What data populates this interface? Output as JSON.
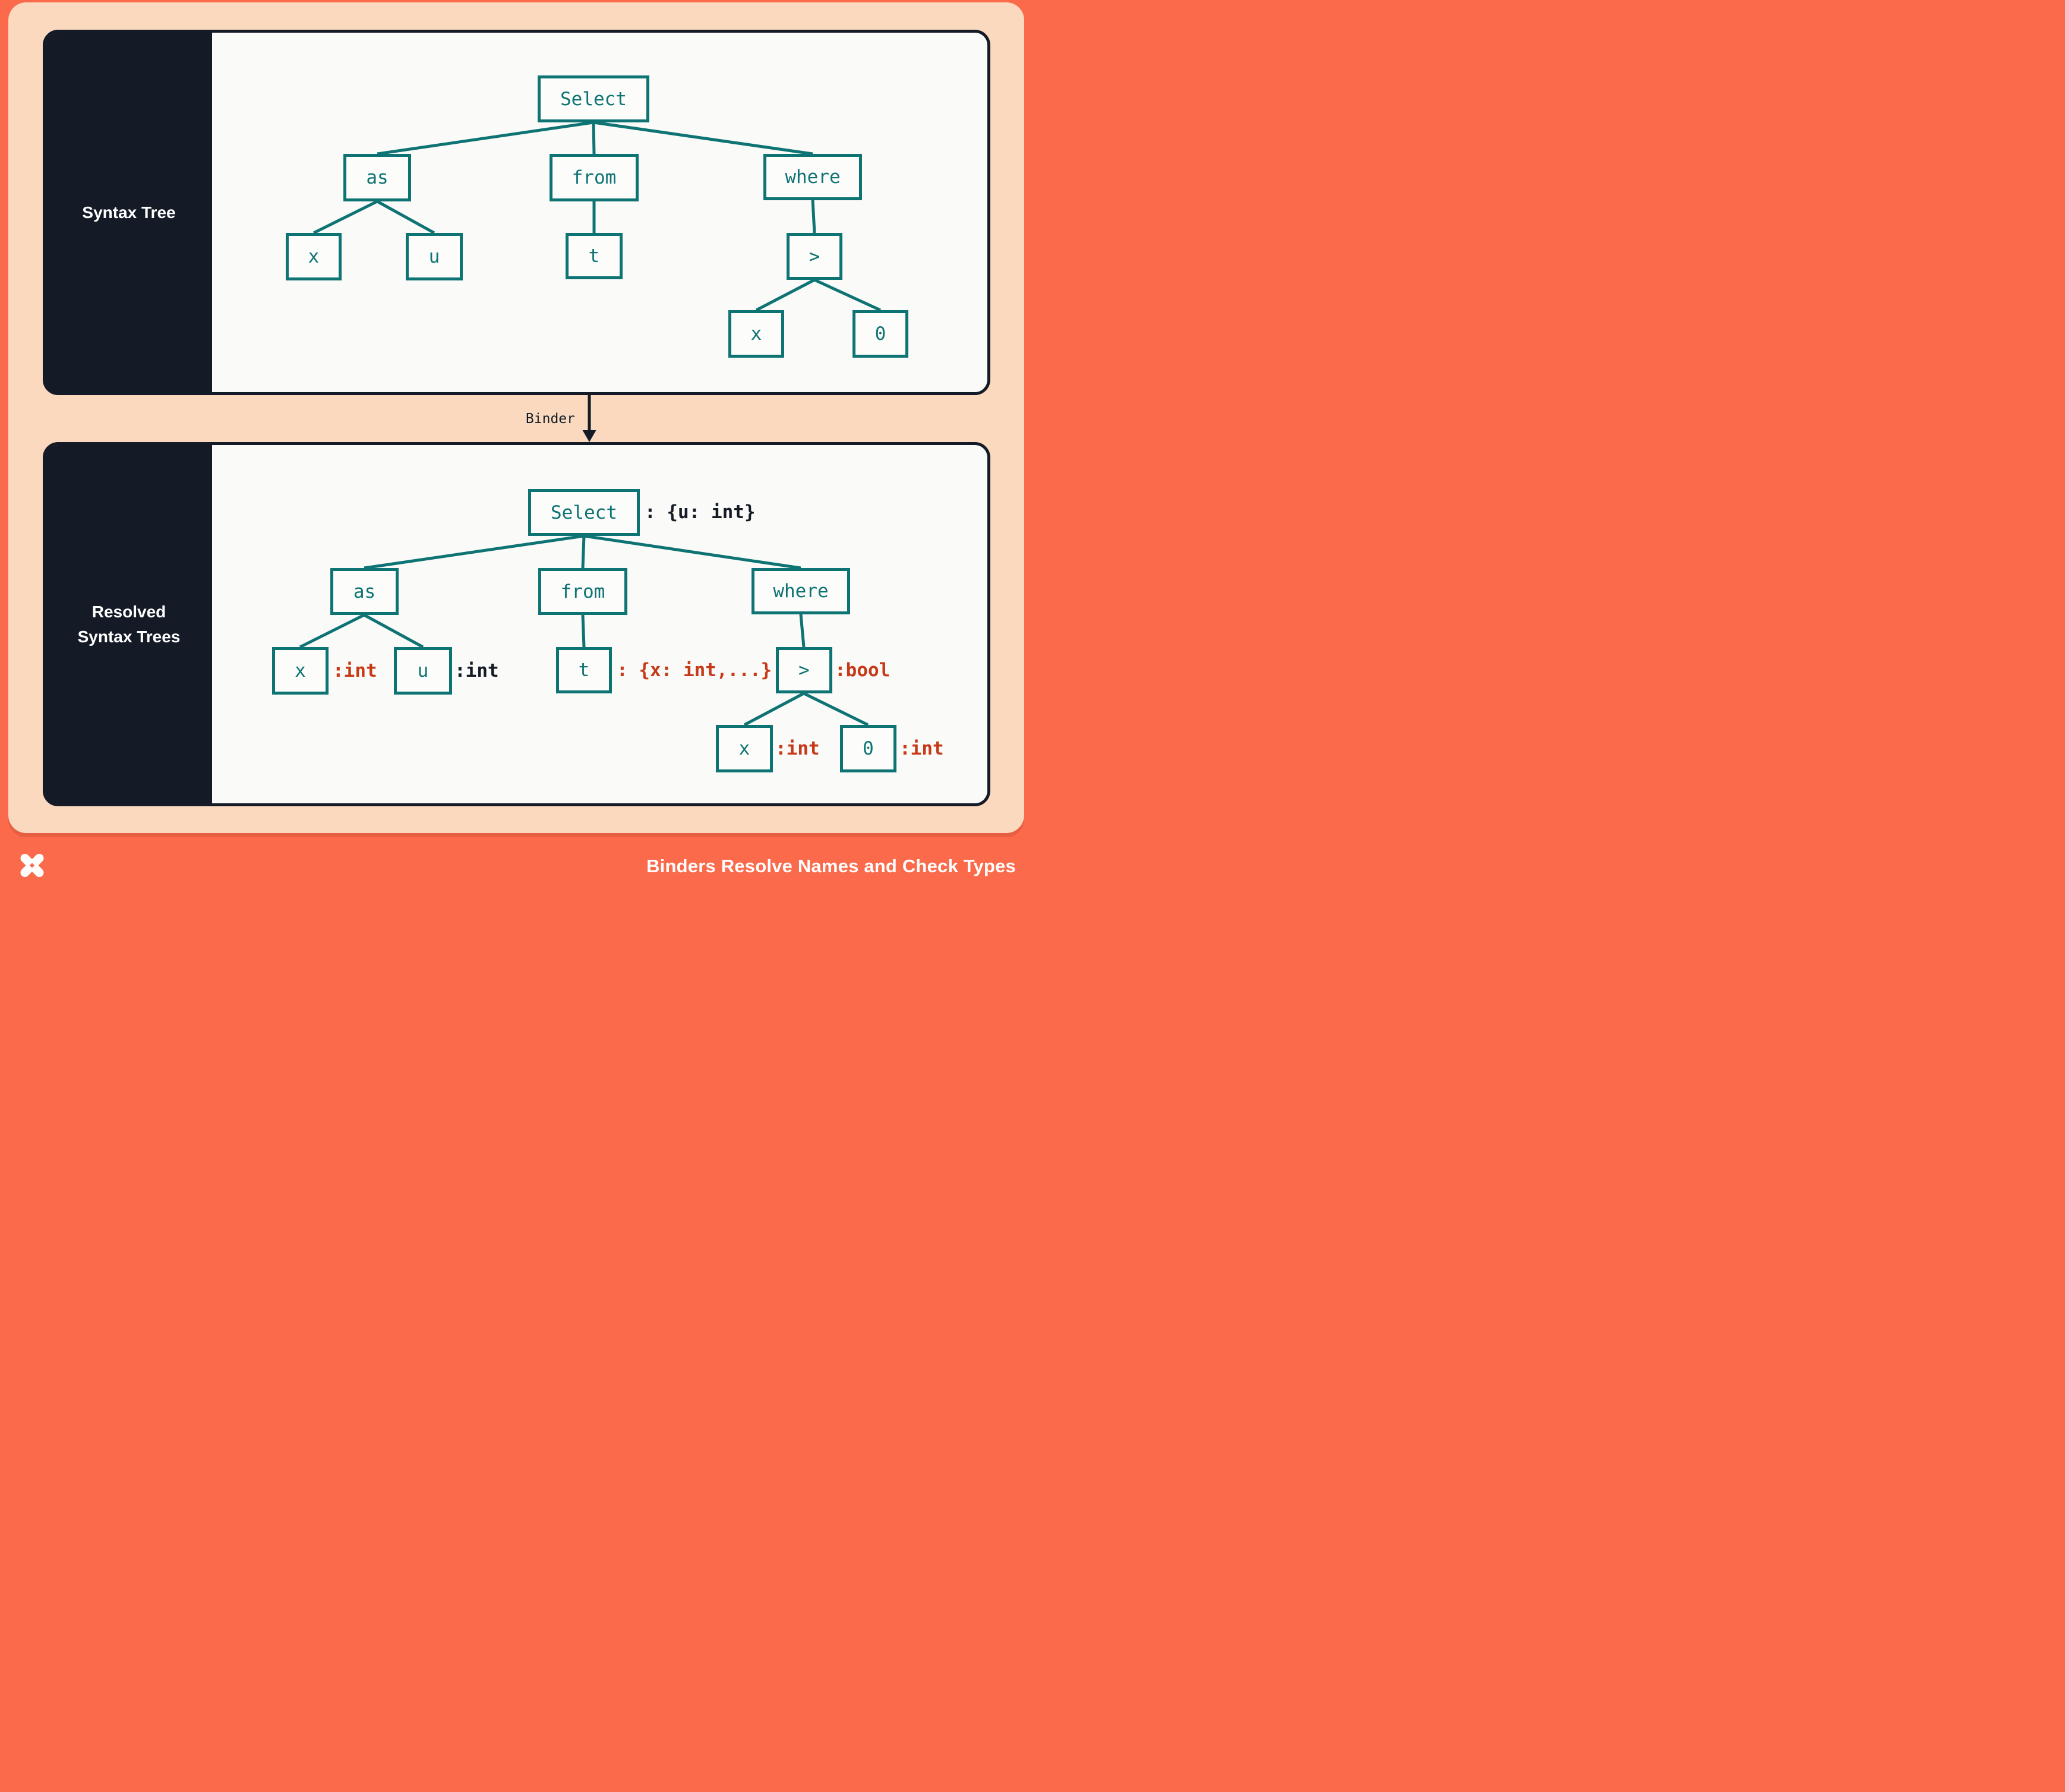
{
  "syntax_panel": {
    "sidebar_label": "Syntax Tree",
    "nodes": {
      "select": "Select",
      "as": "as",
      "from": "from",
      "where": "where",
      "x1": "x",
      "u": "u",
      "t": "t",
      "gt": ">",
      "x2": "x",
      "zero": "0"
    }
  },
  "resolved_panel": {
    "sidebar_label_line1": "Resolved",
    "sidebar_label_line2": "Syntax Trees",
    "nodes": {
      "select": "Select",
      "as": "as",
      "from": "from",
      "where": "where",
      "x1": "x",
      "u": "u",
      "t": "t",
      "gt": ">",
      "x2": "x",
      "zero": "0"
    },
    "annotations": {
      "select": ": {u: int}",
      "x1": ":int",
      "u": ":int",
      "t": ": {x: int,...}",
      "gt": ":bool",
      "x2": ":int",
      "zero": ":int"
    }
  },
  "binder": {
    "label": "Binder"
  },
  "footer": {
    "title": "Binders Resolve Names and Check Types",
    "logo_icon": "x-pinwheel-logo"
  },
  "colors": {
    "coral": "#FA6A4B",
    "peach": "#FAD9BE",
    "panel_bg": "#FAFAF8",
    "navy": "#141B26",
    "teal": "#0E7373",
    "red_annotation": "#C63A17",
    "white": "#FFFFFF"
  }
}
